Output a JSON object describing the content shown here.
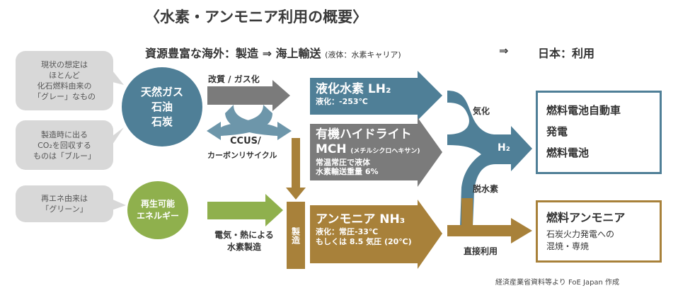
{
  "title": "〈水素・アンモニア利用の概要〉",
  "header": {
    "overseas": "資源豊富な海外：製造 ⇒ 海上輸送",
    "carrier": "(液体：水素キャリア)",
    "arrow": "⇒",
    "japan": "日本：利用"
  },
  "bubbles": [
    {
      "lines": [
        "現状の想定は",
        "ほとんど",
        "化石燃料由来の",
        "「グレー」なもの"
      ]
    },
    {
      "lines": [
        "製造時に出る",
        "CO₂を回収する",
        "ものは「ブルー」"
      ]
    },
    {
      "lines": [
        "再エネ由来は",
        "「グリーン」"
      ]
    }
  ],
  "sources": {
    "fossil": [
      "天然ガス",
      "石油",
      "石炭"
    ],
    "renewable": [
      "再生可能",
      "エネルギー"
    ]
  },
  "process": {
    "reform": "改質 / ガス化",
    "ccus": "CCUS/",
    "recycle": "カーボンリサイクル",
    "electric": "電気・熱による",
    "electric2": "水素製造",
    "manufacture": "製造"
  },
  "carriers": {
    "lh2": {
      "name": "液化水素 LH₂",
      "note": "液化：-253℃"
    },
    "mch": {
      "name": "有機ハイドライト",
      "name2": "MCH",
      "paren": "(メチルシクロヘキサン)",
      "note1": "常温常圧で液体",
      "note2": "水素輸送重量 6%"
    },
    "nh3": {
      "name": "アンモニア NH₃",
      "note1": "液化：常圧-33℃",
      "note2": "もしくは 8.5 気圧 (20℃)"
    }
  },
  "conversion": {
    "vaporize": "気化",
    "dehydrogenate": "脱水素",
    "h2": "H₂",
    "direct": "直接利用"
  },
  "uses": {
    "hydrogen": [
      "燃料電池自動車",
      "発電",
      "燃料電池"
    ],
    "ammonia_title": "燃料アンモニア",
    "ammonia_lines": [
      "石炭火力発電への",
      "混焼・専焼"
    ]
  },
  "credit": "経済産業省資料等より FoE Japan 作成",
  "colors": {
    "blue": "#4f7f97",
    "gray": "#7b7b7b",
    "brown": "#a8813a",
    "green": "#8fb04d",
    "bubble": "#d8d8d8"
  }
}
